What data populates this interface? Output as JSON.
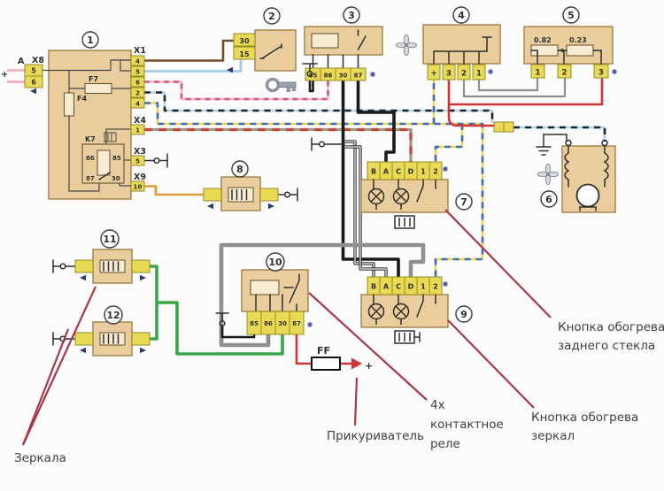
{
  "diagram": {
    "title_note": "",
    "components": {
      "c1": {
        "num": "1",
        "a_label": "A",
        "plus": "+",
        "x8_label": "X8",
        "x8_pins": [
          "5",
          "6"
        ],
        "f7": "F7",
        "f4": "F4",
        "k7": "K7",
        "k7_pins": [
          "86",
          "85",
          "87",
          "30"
        ],
        "x1_label": "X1",
        "x1_pins": [
          "4",
          "5",
          "6",
          "2",
          "4"
        ],
        "x4_label": "X4",
        "x4_pin": "1",
        "x3_label": "X3",
        "x3_pin": "5",
        "x9_label": "X9",
        "x9_pin": "10"
      },
      "c2": {
        "num": "2",
        "pins": [
          "30",
          "15"
        ]
      },
      "c3": {
        "num": "3",
        "pins": [
          "85",
          "86",
          "30",
          "87"
        ]
      },
      "c4": {
        "num": "4",
        "pins": [
          "+",
          "3",
          "2",
          "1"
        ]
      },
      "c5": {
        "num": "5",
        "resistors": [
          "0.82",
          "0.23"
        ],
        "pins": [
          "1",
          "2",
          "3"
        ]
      },
      "c6": {
        "num": "6"
      },
      "c7": {
        "num": "7",
        "pins": [
          "B",
          "A",
          "C",
          "D",
          "1",
          "2"
        ]
      },
      "c8": {
        "num": "8"
      },
      "c9": {
        "num": "9",
        "pins": [
          "B",
          "A",
          "C",
          "D",
          "1",
          "2"
        ]
      },
      "c10": {
        "num": "10",
        "pins": [
          "85",
          "86",
          "30",
          "87"
        ]
      },
      "c11": {
        "num": "11"
      },
      "c12": {
        "num": "12"
      }
    },
    "fuse": {
      "label": "FF"
    },
    "plus_terminal": "+",
    "annotations": {
      "mirrors": "Зеркала",
      "lighter": "Прикуриватель",
      "relay_line1": "4х",
      "relay_line2": "контактное",
      "relay_line3": "реле",
      "defog_line1": "Кнопка обогрева",
      "defog_line2": "заднего стекла",
      "mirror_heat_line1": "Кнопка обогрева",
      "mirror_heat_line2": "зеркал"
    },
    "wire_colors": {
      "brown": "#7a4a28",
      "light_blue": "#9ec8e8",
      "pink_base": "#f2b9cb",
      "pink_dash": "#d5566d",
      "blue_black_base": "#a9d3ee",
      "blue_black_dash": "#222222",
      "yellow_blue_base": "#f0d34a",
      "yellow_blue_dash": "#3d6fc1",
      "two_tone_base": "#9a9a86",
      "two_tone_dash": "#c64a3a",
      "gray": "#8f8f8f",
      "green": "#3aa64a",
      "red": "#d23535",
      "black": "#1a1a1a",
      "white": "#ffffff",
      "orange": "#dd9933",
      "annotation": "#a83848",
      "internal": "#4a4a4a",
      "pink_solid": "#f0a8c0"
    }
  }
}
